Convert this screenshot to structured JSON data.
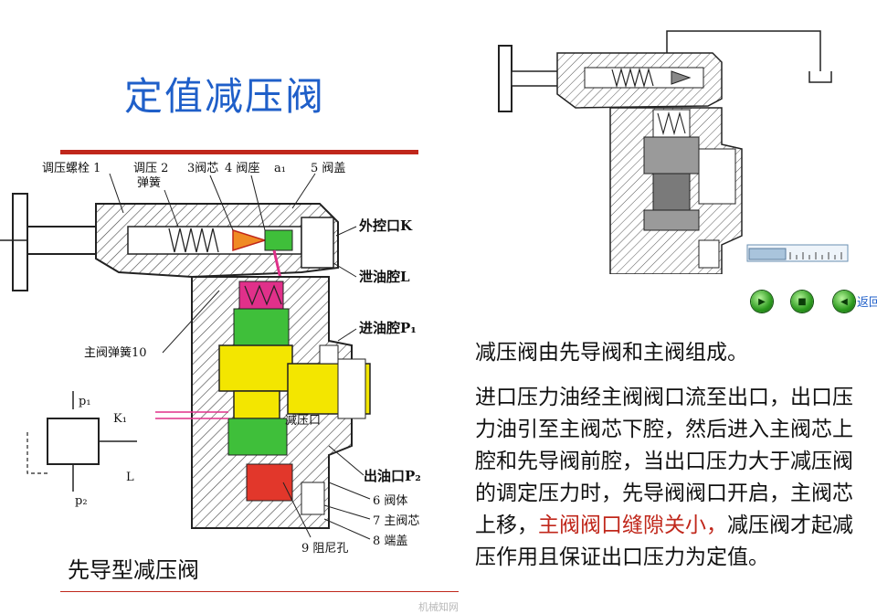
{
  "title": "定值减压阀",
  "left_caption": "先导型减压阀",
  "intro": "减压阀由先导阀和主阀组成。",
  "paragraph": {
    "part1": "进口压力油经主阀阀口流至出口，出口压力油引至主阀芯下腔，然后进入主阀芯上腔和先导阀前腔，当出口压力大于减压阀的调定压力时，先导阀阀口开启，主阀芯上移，",
    "highlight": "主阀阀口缝隙关小，",
    "part2": "减压阀才起减压作用且保证出口压力为定值。"
  },
  "labels": {
    "l1": "调压螺栓 1",
    "l2a": "调压 2",
    "l2b": "弹簧",
    "l3": "3阀芯",
    "l4": "4 阀座",
    "la1": "a₁",
    "l5": "5 阀盖",
    "ext_port": "外控口K",
    "drain": "泄油腔L",
    "inlet": "进油腔P₁",
    "main_spring": "主阀弹簧10",
    "relief": "减压口",
    "outlet": "出油口P₂",
    "l6": "6 阀体",
    "l7": "7 主阀芯",
    "l8": "8 端盖",
    "l9": "9 阻尼孔",
    "sym_p1": "p₁",
    "sym_p2": "p₂",
    "sym_k": "K₁",
    "sym_l": "L"
  },
  "nav": {
    "play": "play-button",
    "stop": "stop-button",
    "back_label": "返回"
  },
  "watermark": "机械知网",
  "colors": {
    "title": "#1f5fc9",
    "rule": "#c0271b",
    "highlight": "#c0271b",
    "yellow_core": "#f3e600",
    "green_oil": "#3fbf3a",
    "magenta_oil": "#e0308a",
    "red_oil": "#e2372b",
    "orange_pilot": "#f08a24"
  }
}
